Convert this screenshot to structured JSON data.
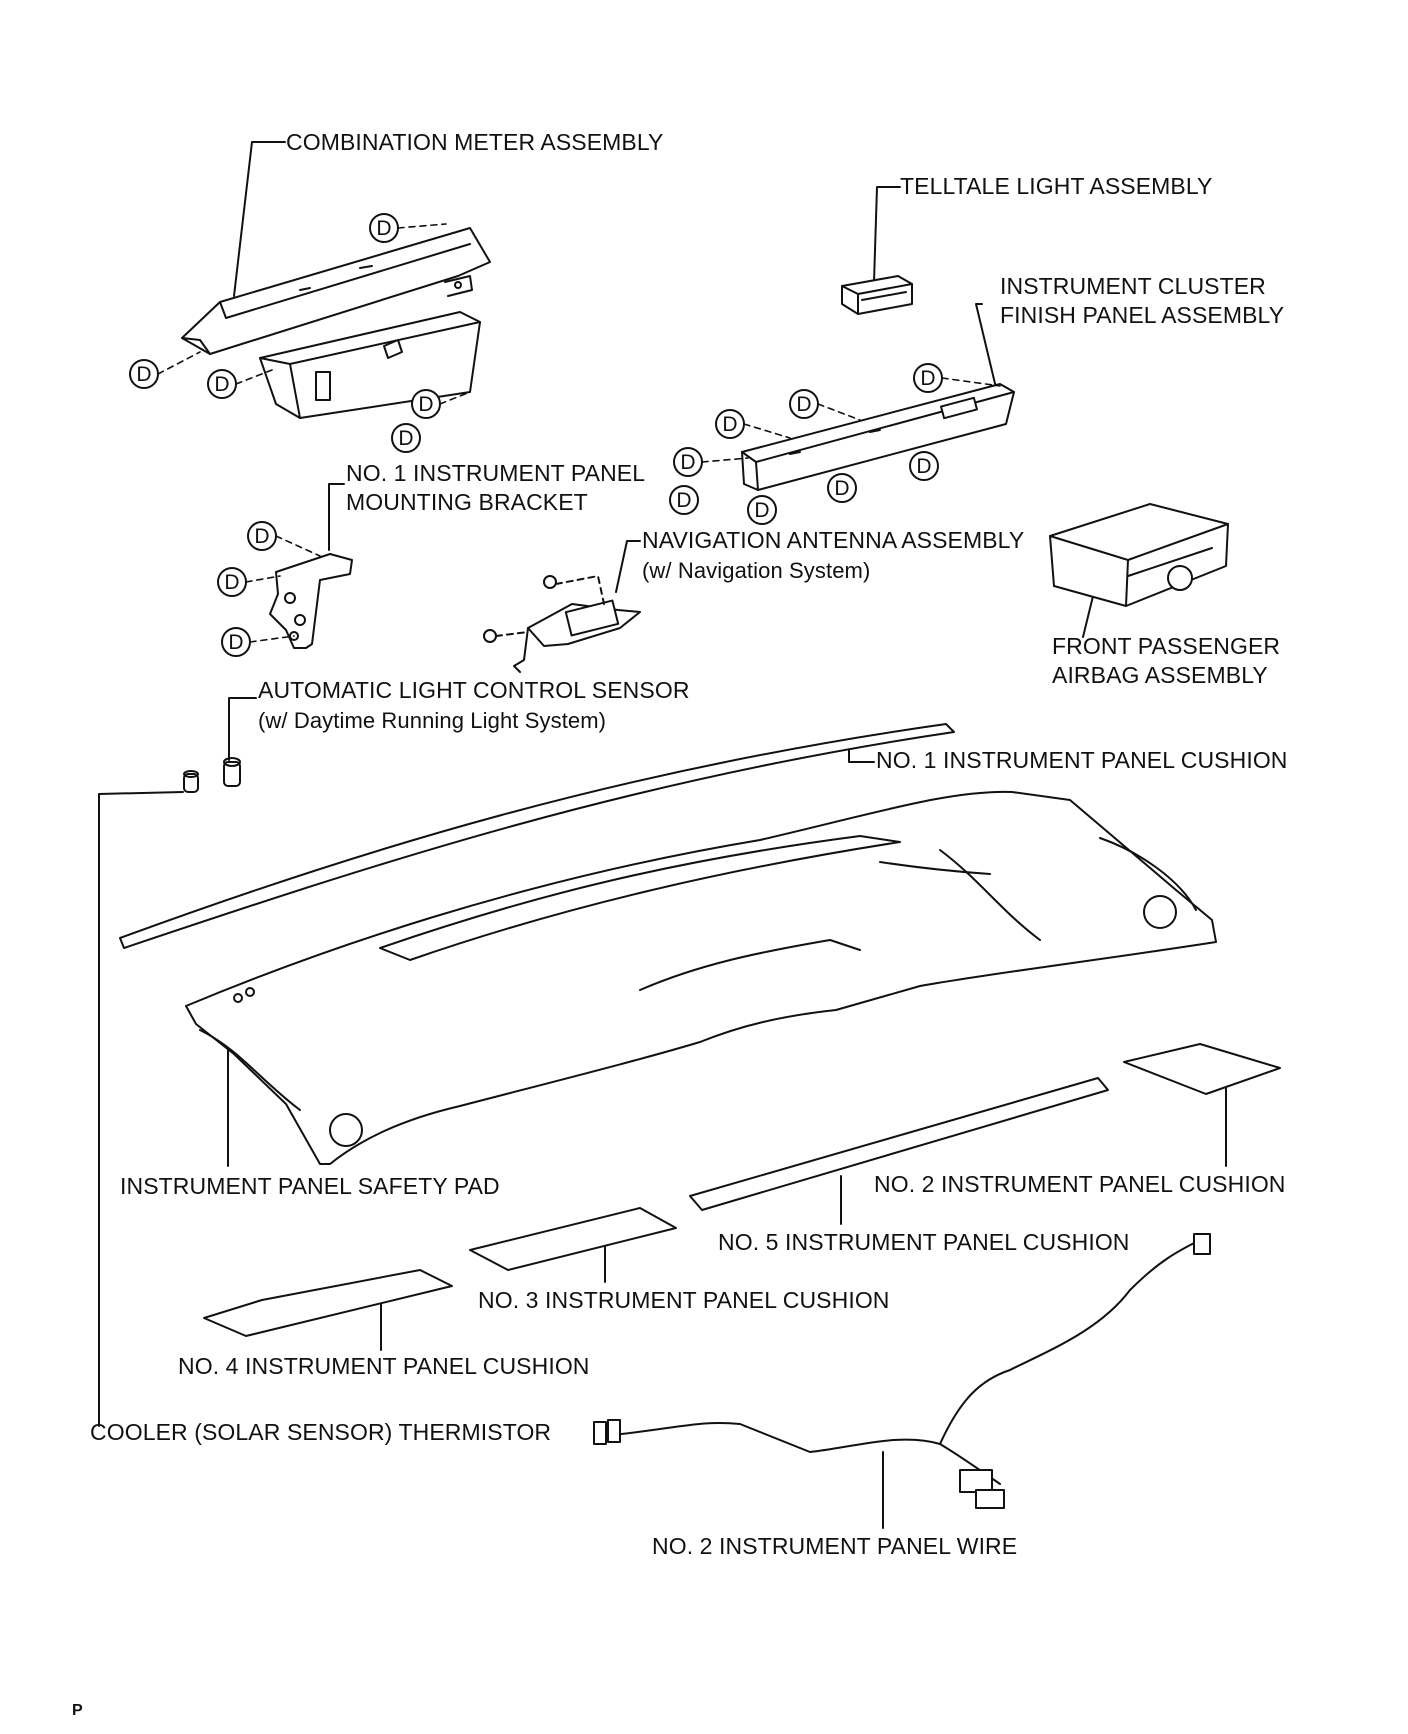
{
  "labels": {
    "combination_meter": "COMBINATION METER ASSEMBLY",
    "telltale_light": "TELLTALE LIGHT ASSEMBLY",
    "instrument_cluster_line1": "INSTRUMENT CLUSTER",
    "instrument_cluster_line2": "FINISH PANEL ASSEMBLY",
    "no1_bracket_line1": "NO. 1 INSTRUMENT PANEL",
    "no1_bracket_line2": "MOUNTING BRACKET",
    "nav_antenna": "NAVIGATION ANTENNA ASSEMBLY",
    "nav_antenna_note": "(w/ Navigation System)",
    "front_airbag_line1": "FRONT PASSENGER",
    "front_airbag_line2": "AIRBAG ASSEMBLY",
    "auto_light_sensor": "AUTOMATIC LIGHT CONTROL SENSOR",
    "auto_light_sensor_note": "(w/ Daytime Running Light System)",
    "no1_cushion": "NO. 1 INSTRUMENT PANEL CUSHION",
    "safety_pad": "INSTRUMENT PANEL SAFETY PAD",
    "no2_cushion": "NO. 2 INSTRUMENT PANEL CUSHION",
    "no5_cushion": "NO. 5 INSTRUMENT PANEL CUSHION",
    "no3_cushion": "NO. 3 INSTRUMENT PANEL CUSHION",
    "no4_cushion": "NO. 4 INSTRUMENT PANEL CUSHION",
    "thermistor": "COOLER (SOLAR SENSOR) THERMISTOR",
    "no2_wire": "NO. 2 INSTRUMENT PANEL WIRE"
  },
  "clip_marker": "D",
  "corner_mark": "P"
}
